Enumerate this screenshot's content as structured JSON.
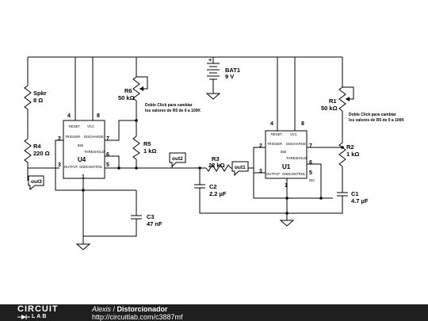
{
  "components": {
    "spkr": {
      "name": "Spkr",
      "value": "8 Ω"
    },
    "r4": {
      "name": "R4",
      "value": "220 Ω"
    },
    "r6": {
      "name": "R6",
      "value": "50 kΩ"
    },
    "r5": {
      "name": "R5",
      "value": "1 kΩ"
    },
    "c3": {
      "name": "C3",
      "value": "47 nF"
    },
    "r3": {
      "name": "R3",
      "value": "22 kΩ"
    },
    "c2": {
      "name": "C2",
      "value": "2.2 µF"
    },
    "bat1": {
      "name": "BAT1",
      "value": "9 V"
    },
    "r1": {
      "name": "R1",
      "value": "50 kΩ"
    },
    "r2": {
      "name": "R2",
      "value": "1 kΩ"
    },
    "c1": {
      "name": "C1",
      "value": "4.7 µF"
    }
  },
  "notes": {
    "r6": {
      "line1": "Doble Click para cambiar",
      "line2": "los valores de R5 de 0 a 100K"
    },
    "r1": {
      "line1": "Doble Click para cambiar",
      "line2": "los valores de R5 de 0 a 100K"
    }
  },
  "ics": {
    "u4": {
      "name": "U4",
      "chip": "555",
      "pins": {
        "reset": "RESET",
        "vcc": "VCC",
        "trigger": "TRIGGER",
        "discharge": "DISCHARGE",
        "threshold": "THRESHOLD",
        "output": "OUTPUT",
        "gnd": "GND",
        "control": "CONTROL"
      },
      "pin_numbers": {
        "reset": "4",
        "vcc": "8",
        "trigger": "2",
        "discharge": "7",
        "threshold": "6",
        "output": "3",
        "gnd": "1",
        "control": "5"
      }
    },
    "u1": {
      "name": "U1",
      "chip": "555",
      "pins": {
        "reset": "RESET",
        "vcc": "VCC",
        "trigger": "TRIGGER",
        "discharge": "DISCHARGE",
        "threshold": "THRESHOLD",
        "output": "OUTPUT",
        "gnd": "GND",
        "control": "CONTROL",
        "nc": "N/C"
      },
      "pin_numbers": {
        "reset": "4",
        "vcc": "8",
        "trigger": "2",
        "discharge": "7",
        "threshold": "6",
        "output": "3",
        "gnd": "1",
        "control": "5"
      }
    }
  },
  "net_labels": {
    "out3": "out3",
    "out2": "out2",
    "out1": "out1"
  },
  "footer": {
    "logo_top": "CIRCUIT",
    "logo_bottom": "LAB",
    "author": "Alexis",
    "separator": " / ",
    "title": "Distorcionador",
    "url": "http://circuitlab.com/c3887mf"
  }
}
